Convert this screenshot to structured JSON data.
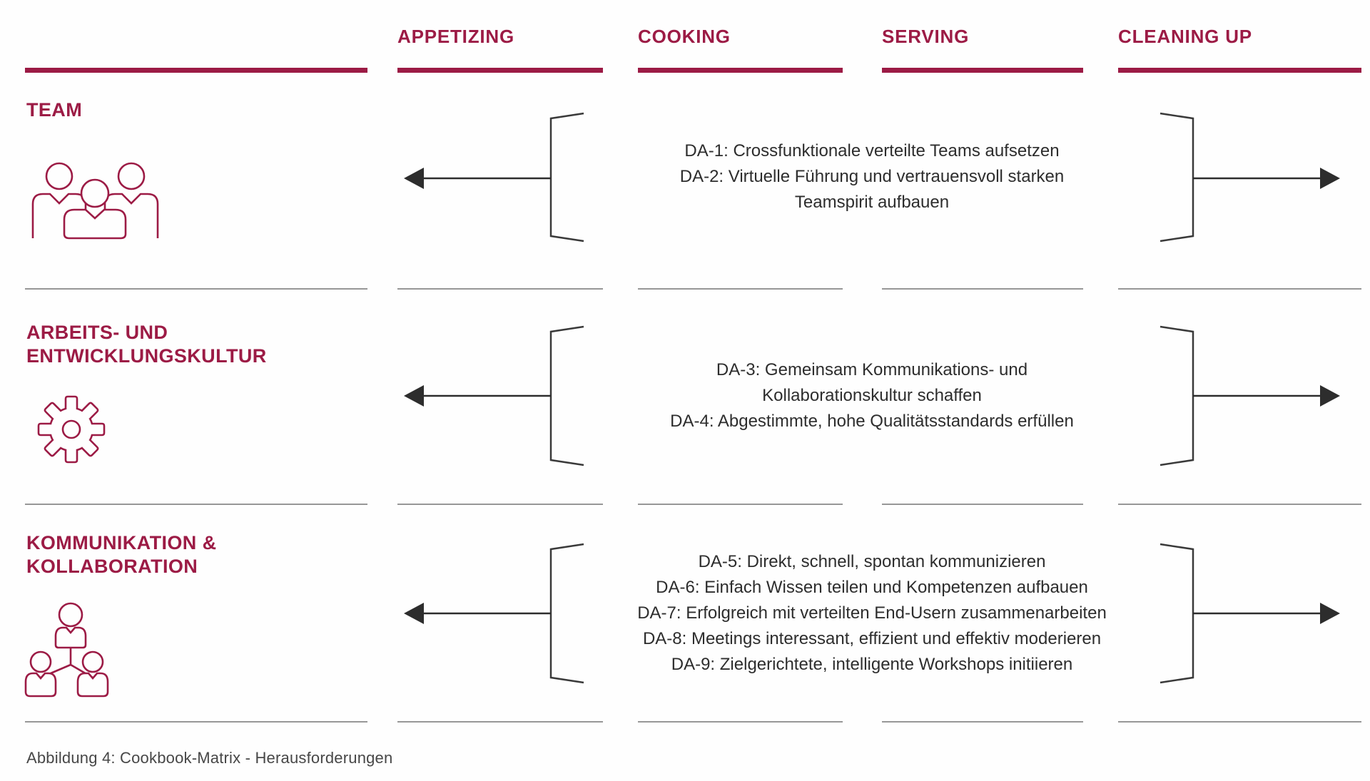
{
  "figure": {
    "caption": "Abbildung 4: Cookbook-Matrix - Herausforderungen"
  },
  "colors": {
    "accent": "#9c1b45",
    "ink": "#2d2d2d",
    "bracket_line": "#3a3a3a",
    "separator": "#979797",
    "caption_text": "#474747"
  },
  "phases": [
    {
      "label": "APPETIZING"
    },
    {
      "label": "COOKING"
    },
    {
      "label": "SERVING"
    },
    {
      "label": "CLEANING UP"
    }
  ],
  "rows": [
    {
      "label_lines": [
        "TEAM",
        ""
      ],
      "icon": "team-icon",
      "lines": [
        "DA-1: Crossfunktionale verteilte Teams aufsetzen",
        "DA-2: Virtuelle Führung und vertrauensvoll starken",
        "Teamspirit aufbauen"
      ]
    },
    {
      "label_lines": [
        "ARBEITS- UND",
        "ENTWICKLUNGSKULTUR"
      ],
      "icon": "gear-icon",
      "lines": [
        "DA-3: Gemeinsam Kommunikations- und",
        "Kollaborationskultur schaffen",
        "DA-4: Abgestimmte, hohe Qualitätsstandards erfüllen"
      ]
    },
    {
      "label_lines": [
        "KOMMUNIKATION &",
        "KOLLABORATION"
      ],
      "icon": "hierarchy-icon",
      "lines": [
        "DA-5: Direkt, schnell, spontan kommunizieren",
        "DA-6: Einfach Wissen teilen und Kompetenzen aufbauen",
        "DA-7: Erfolgreich mit verteilten End-Usern zusammenarbeiten",
        "DA-8: Meetings interessant, effizient und effektiv moderieren",
        "DA-9: Zielgerichtete, intelligente Workshops initiieren"
      ]
    }
  ]
}
